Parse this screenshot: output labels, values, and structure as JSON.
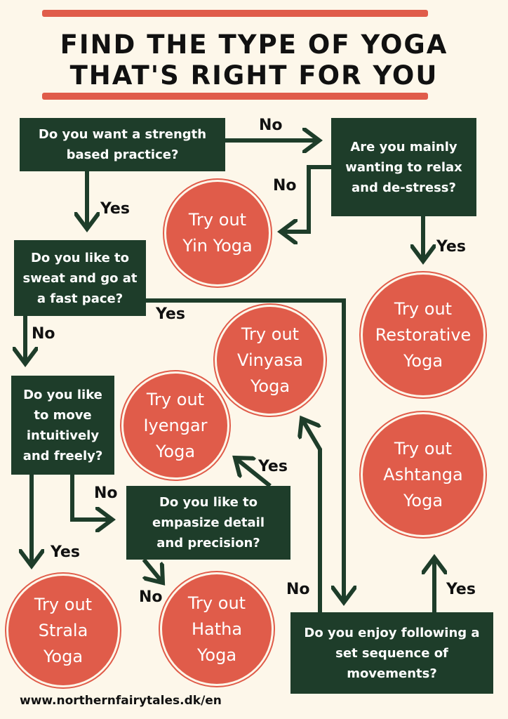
{
  "title": {
    "line1": "FIND THE TYPE OF YOGA",
    "line2": "THAT'S RIGHT FOR YOU"
  },
  "questions": {
    "strength": "Do you want a strength based practice?",
    "relax": "Are you mainly wanting to relax and de-stress?",
    "sweat": "Do you like to sweat and go at a fast pace?",
    "intuitive": "Do you like to move intuitively and freely?",
    "detail": "Do you like to empasize detail and precision?",
    "sequence": "Do you enjoy following a set sequence of movements?"
  },
  "results": {
    "yin": [
      "Try out",
      "Yin Yoga"
    ],
    "restorative": [
      "Try out",
      "Restorative",
      "Yoga"
    ],
    "vinyasa": [
      "Try out",
      "Vinyasa",
      "Yoga"
    ],
    "iyengar": [
      "Try out",
      "Iyengar",
      "Yoga"
    ],
    "ashtanga": [
      "Try out",
      "Ashtanga",
      "Yoga"
    ],
    "strala": [
      "Try out",
      "Strala",
      "Yoga"
    ],
    "hatha": [
      "Try out",
      "Hatha",
      "Yoga"
    ]
  },
  "labels": {
    "yes": "Yes",
    "no": "No"
  },
  "footer": "www.northernfairytales.dk/en",
  "colors": {
    "background": "#fdf7ea",
    "accent": "#e05c4a",
    "box": "#1e3d2a"
  }
}
